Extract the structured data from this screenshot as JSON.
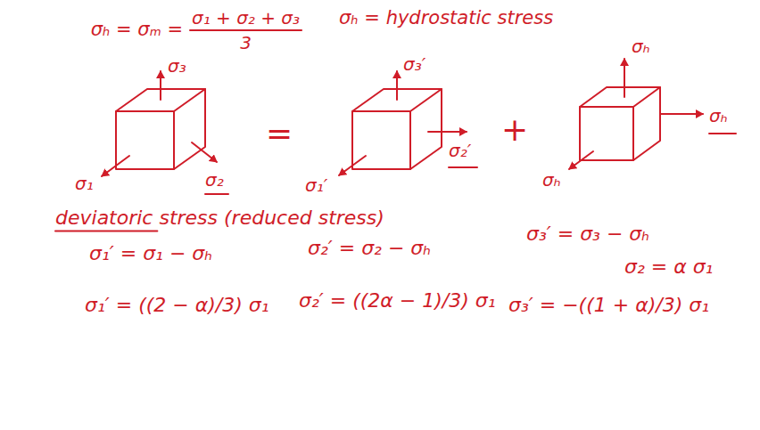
{
  "diagram": {
    "labels": [
      "σₕ = σₘ =",
      "σ₁ + σ₂ + σ₃",
      "3",
      "σₕ = hydrostatic stress",
      "σ₃",
      "σ₁",
      "σ₂",
      "=",
      "σ₃′",
      "σ₂′",
      "σ₁′",
      "+",
      "σₕ",
      "σₕ",
      "σₕ",
      "deviatoric stress (reduced stress)",
      "σ₁′ = σ₁ − σₕ",
      "σ₂′ = σ₂ − σₕ",
      "σ₃′ = σ₃ − σₕ",
      "σ₂ = α σ₁",
      "σ₁′ = ((2 − α)/3) σ₁",
      "σ₂′ = ((2α − 1)/3) σ₁",
      "σ₃′ = −((1 + α)/3) σ₁"
    ]
  }
}
